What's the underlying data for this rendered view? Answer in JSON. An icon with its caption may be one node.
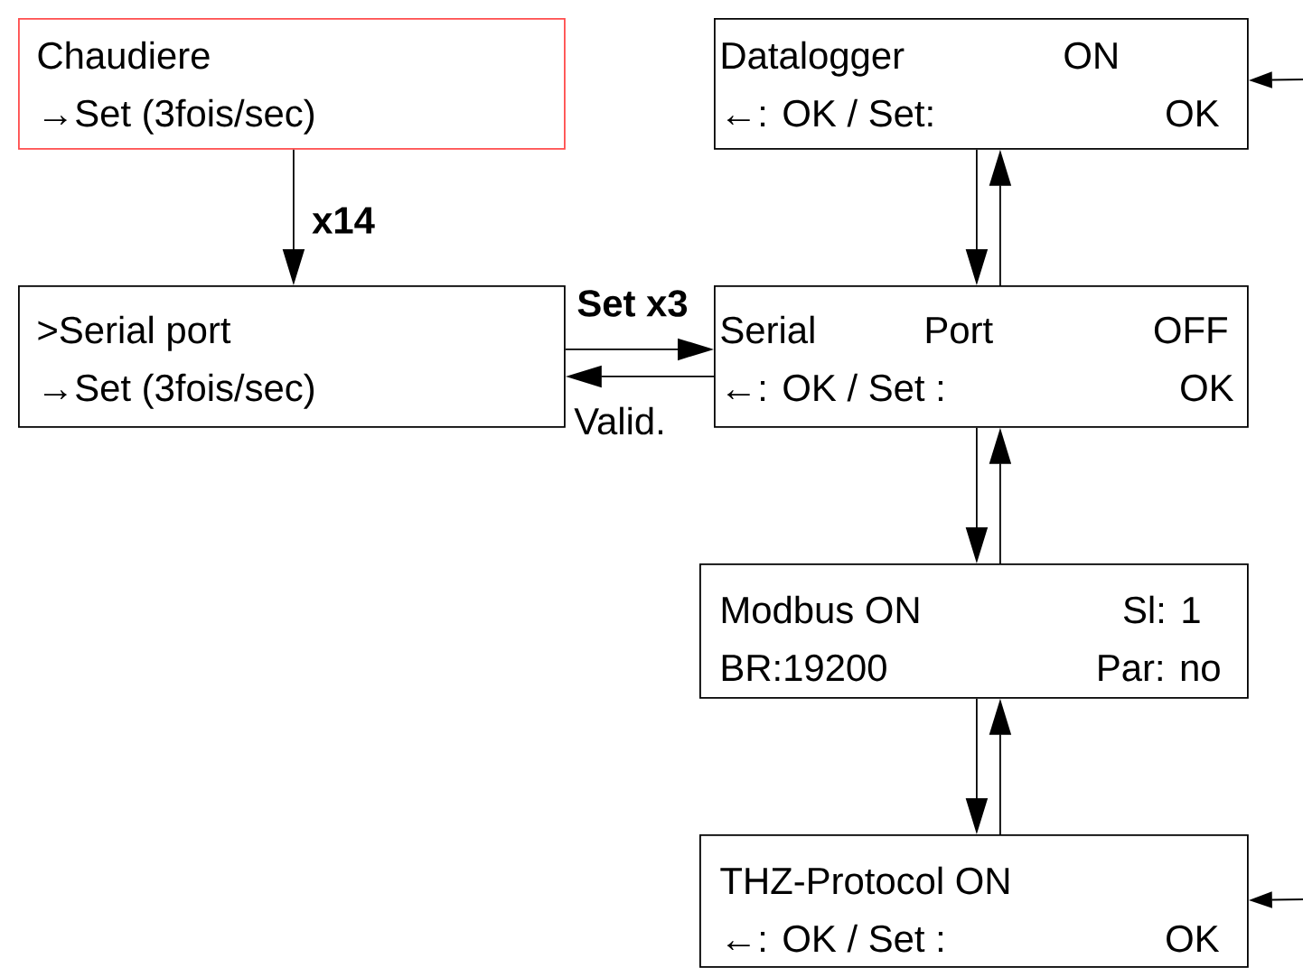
{
  "diagram": {
    "nodes": [
      {
        "text": [
          "Chaudiere",
          "→Set (3fois/sec)"
        ]
      },
      {
        "text": [
          ">Serial port",
          "→Set (3fois/sec)"
        ]
      },
      {
        "text": [
          "Datalogger",
          "ON",
          "←: OK / Set:",
          "OK"
        ]
      },
      {
        "text": [
          "Serial",
          "Port",
          "OFF",
          "←: OK / Set :",
          "OK"
        ]
      },
      {
        "text": [
          "Modbus ON",
          "Sl: 1",
          "BR:19200",
          "Par: no"
        ]
      },
      {
        "text": [
          "THZ-Protocol ON",
          "←: OK / Set :",
          "OK"
        ]
      }
    ],
    "edges": [
      {
        "from": 0,
        "to": 1,
        "arrow": "to",
        "label": "x14"
      },
      {
        "from": 1,
        "to": 3,
        "arrow": "to",
        "label": "Set x3"
      },
      {
        "from": 3,
        "to": 1,
        "arrow": "to",
        "label": "Valid."
      },
      {
        "from": 2,
        "to": 3,
        "arrow": "to"
      },
      {
        "from": 3,
        "to": 2,
        "arrow": "to"
      },
      {
        "from": 3,
        "to": 4,
        "arrow": "to"
      },
      {
        "from": 4,
        "to": 3,
        "arrow": "to"
      },
      {
        "from": 4,
        "to": 5,
        "arrow": "to"
      },
      {
        "from": 5,
        "to": 4,
        "arrow": "to"
      },
      {
        "from": null,
        "to": 2,
        "arrow": "to"
      },
      {
        "from": null,
        "to": 5,
        "arrow": "to"
      }
    ]
  }
}
